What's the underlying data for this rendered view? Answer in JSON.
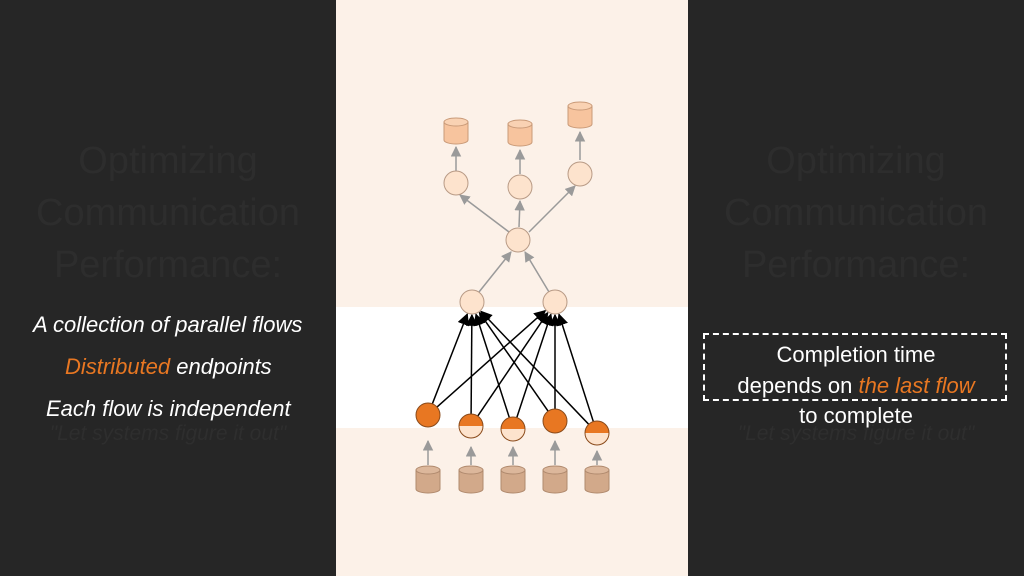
{
  "slide": {
    "ghost_title_lines": [
      "Optimizing",
      "Communication",
      "Performance:"
    ],
    "ghost_subtitle": "\"Let systems figure it out\""
  },
  "left_bullets": {
    "line1": "A collection of parallel flows",
    "line2_accent": "Distributed",
    "line2_rest": " endpoints",
    "line3": "Each flow is independent"
  },
  "callout": {
    "line1": "Completion time",
    "line2_prefix": "depends on ",
    "line2_accent": "the last flow",
    "line3": "to complete"
  },
  "colors": {
    "background": "#262626",
    "panel": "#fcf1e8",
    "accent": "#e87722",
    "node_fill": "#fde3cd",
    "storage_top": "#f7c49e",
    "storage_bottom": "#d2a98a",
    "arrow_gray": "#a0a0a0",
    "arrow_dark": "#000000"
  },
  "icons": {
    "storage": "database-cylinder-icon",
    "node": "circle-node-icon"
  },
  "diagram": {
    "flow_fill_levels": [
      1,
      0.5,
      0.5,
      1,
      0.5
    ]
  }
}
